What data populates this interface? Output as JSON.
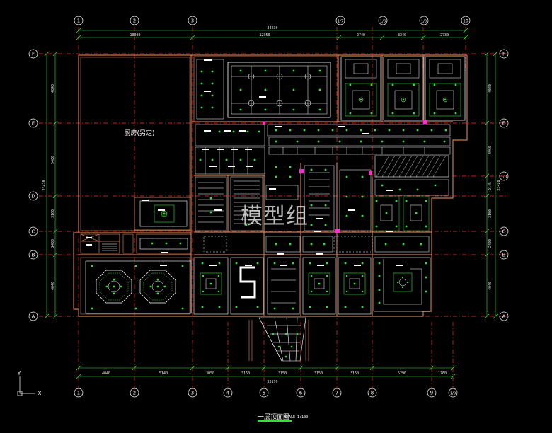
{
  "drawing": {
    "title": "一层顶面图",
    "scale": "SCALE 1:100",
    "kitchen_label": "厨房(另定)",
    "watermark": "模型组",
    "ucs_y": "Y",
    "ucs_x": "X"
  },
  "top_axes": [
    "1",
    "2",
    "3",
    "1/7",
    "1/8",
    "1/9",
    "10"
  ],
  "bottom_axes": [
    "1",
    "2",
    "3",
    "4",
    "5",
    "6",
    "7",
    "8",
    "9",
    "1/9"
  ],
  "left_axes": [
    "F",
    "E",
    "D",
    "C",
    "B",
    "A"
  ],
  "right_axes": [
    "F",
    "E",
    "1/D",
    "C",
    "B",
    "A"
  ],
  "top_total": "34230",
  "top_dims": [
    "10080",
    "12950",
    "2740",
    "3340",
    "2730"
  ],
  "bottom_dims": [
    "4040",
    "5140",
    "3050",
    "3160",
    "3150",
    "3150",
    "3160",
    "5290",
    "1760"
  ],
  "bottom_total": "33170",
  "left_total": "23420",
  "left_dims": [
    "4040",
    "5400",
    "3160",
    "2400",
    "4040"
  ],
  "right_total": "23420",
  "right_dims": [
    "4040",
    "4960",
    "2145",
    "3160",
    "2400",
    "4040"
  ],
  "colors": {
    "axis_line": "#ff2a2a",
    "dimension": "#2ee62e",
    "wall": "#c8784a",
    "fixture": "#2ee62e",
    "highlight": "#ff2bd6",
    "background": "#000000"
  }
}
